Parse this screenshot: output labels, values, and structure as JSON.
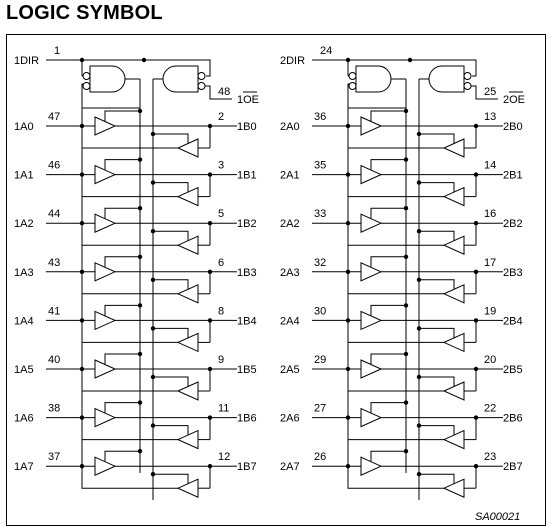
{
  "title": "LOGIC SYMBOL",
  "code": "SA00021",
  "blocks": [
    {
      "dir_label": "1DIR",
      "dir_pin": "1",
      "oe_label": "1OE",
      "oe_pin": "48",
      "a_labels": [
        "1A0",
        "1A1",
        "1A2",
        "1A3",
        "1A4",
        "1A5",
        "1A6",
        "1A7"
      ],
      "a_pins": [
        "47",
        "46",
        "44",
        "43",
        "41",
        "40",
        "38",
        "37"
      ],
      "b_labels": [
        "1B0",
        "1B1",
        "1B2",
        "1B3",
        "1B4",
        "1B5",
        "1B6",
        "1B7"
      ],
      "b_pins": [
        "2",
        "3",
        "5",
        "6",
        "8",
        "9",
        "11",
        "12"
      ]
    },
    {
      "dir_label": "2DIR",
      "dir_pin": "24",
      "oe_label": "2OE",
      "oe_pin": "25",
      "a_labels": [
        "2A0",
        "2A1",
        "2A2",
        "2A3",
        "2A4",
        "2A5",
        "2A6",
        "2A7"
      ],
      "a_pins": [
        "36",
        "35",
        "33",
        "32",
        "30",
        "29",
        "27",
        "26"
      ],
      "b_labels": [
        "2B0",
        "2B1",
        "2B2",
        "2B3",
        "2B4",
        "2B5",
        "2B6",
        "2B7"
      ],
      "b_pins": [
        "13",
        "14",
        "16",
        "17",
        "19",
        "20",
        "22",
        "23"
      ]
    }
  ]
}
